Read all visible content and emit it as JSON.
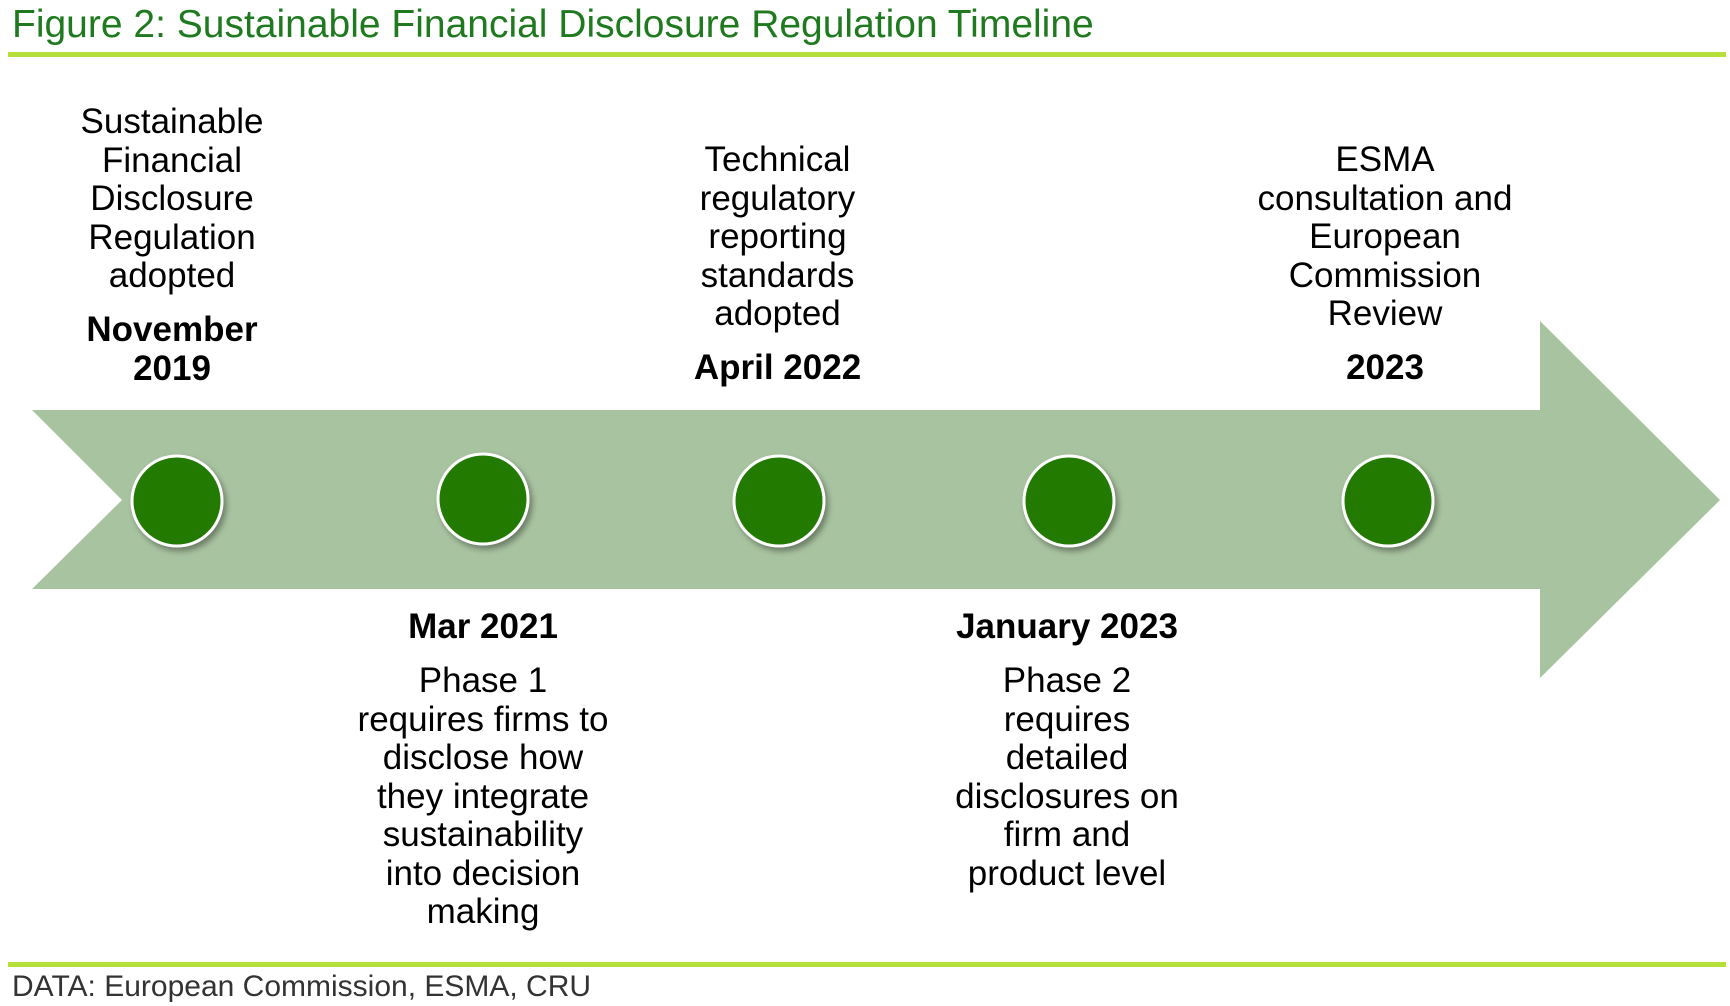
{
  "title": "Figure 2: Sustainable Financial Disclosure Regulation Timeline",
  "source": "DATA: European Commission, ESMA, CRU",
  "colors": {
    "title": "#1f7a1f",
    "rule": "#b5e03a",
    "arrow": "#a8c3a0",
    "marker": "#217a04",
    "marker_border": "#ffffff"
  },
  "events": [
    {
      "date": "November\n2019",
      "description": "Sustainable\nFinancial\nDisclosure\nRegulation\nadopted"
    },
    {
      "date": "Mar 2021",
      "description": "Phase 1\nrequires firms to\ndisclose how\nthey integrate\nsustainability\ninto decision\nmaking"
    },
    {
      "date": "April 2022",
      "description": "Technical\nregulatory\nreporting\nstandards\nadopted"
    },
    {
      "date": "January 2023",
      "description": "Phase 2\nrequires\ndetailed\ndisclosures on\nfirm and\nproduct level"
    },
    {
      "date": "2023",
      "description": "ESMA\nconsultation and\nEuropean\nCommission\nReview"
    }
  ]
}
